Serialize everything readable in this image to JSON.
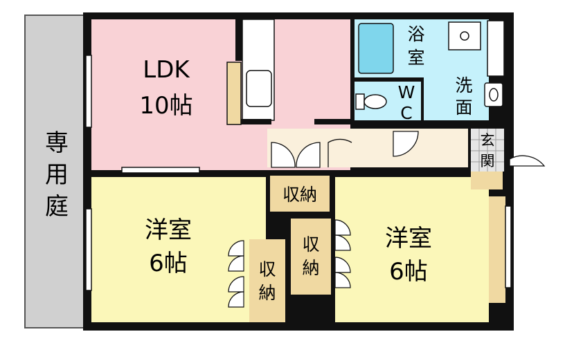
{
  "rooms": {
    "ldk": {
      "name": "LDK",
      "size": "10帖"
    },
    "western_left": {
      "name": "洋室",
      "size": "6帖"
    },
    "western_right": {
      "name": "洋室",
      "size": "6帖"
    },
    "bath": {
      "line1": "浴",
      "line2": "室"
    },
    "wc": {
      "line1": "W",
      "line2": "C"
    },
    "washroom": {
      "line1": "洗",
      "line2": "面"
    },
    "entrance": {
      "line1": "玄",
      "line2": "関"
    },
    "storage_top": {
      "label": "収納"
    },
    "storage_mid": {
      "line1": "収",
      "line2": "納"
    },
    "storage_bottom": {
      "line1": "収",
      "line2": "納"
    },
    "private_garden": {
      "line1": "専",
      "line2": "用",
      "line3": "庭"
    }
  },
  "colors": {
    "ldk_fill": "#f9d2d6",
    "western_fill": "#fbf7b9",
    "wet_area_fill": "#c5f1fb",
    "storage_fill": "#f0d9a2",
    "garden_fill": "#d0d0d0",
    "hall_fill": "#faf0dc",
    "wall": "#111111"
  }
}
